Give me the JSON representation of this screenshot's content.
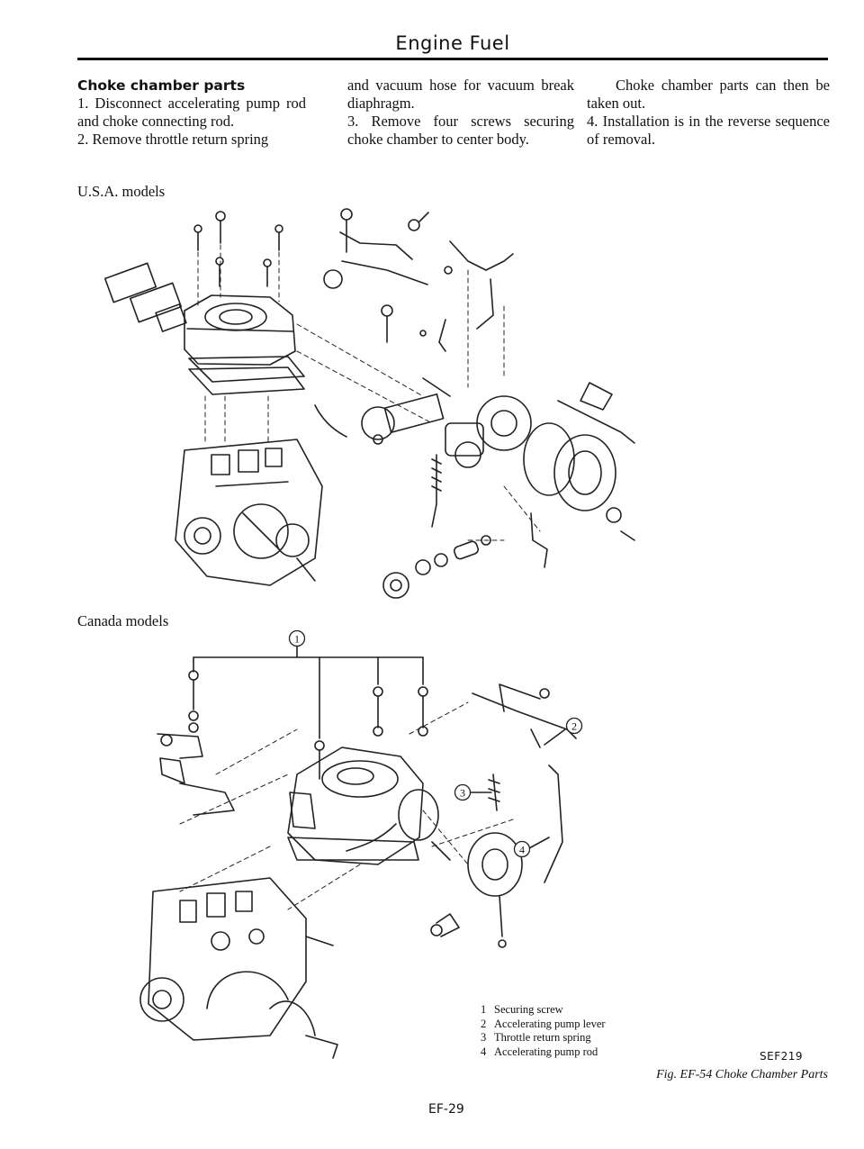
{
  "header": {
    "title": "Engine Fuel"
  },
  "section": {
    "title": "Choke chamber parts"
  },
  "text": {
    "col1_p1": "1. Disconnect accelerating pump rod and choke connecting rod.",
    "col1_p2": "2. Remove throttle return spring",
    "col2_p1": "and vacuum hose for vacuum break diaphragm.",
    "col2_p2": "3. Remove four screws securing choke chamber to center body.",
    "col3_p1": "Choke chamber parts can then be taken out.",
    "col3_p2": "4. Installation is in the reverse sequence of removal."
  },
  "labels": {
    "usa": "U.S.A. models",
    "canada": "Canada models"
  },
  "callouts": [
    "1",
    "2",
    "3",
    "4"
  ],
  "legend": [
    {
      "num": "1",
      "text": "Securing screw"
    },
    {
      "num": "2",
      "text": "Accelerating pump lever"
    },
    {
      "num": "3",
      "text": "Throttle return spring"
    },
    {
      "num": "4",
      "text": "Accelerating pump rod"
    }
  ],
  "figure": {
    "code": "SEF219",
    "caption": "Fig. EF-54 Choke Chamber Parts"
  },
  "footer": {
    "page_number": "EF-29"
  }
}
